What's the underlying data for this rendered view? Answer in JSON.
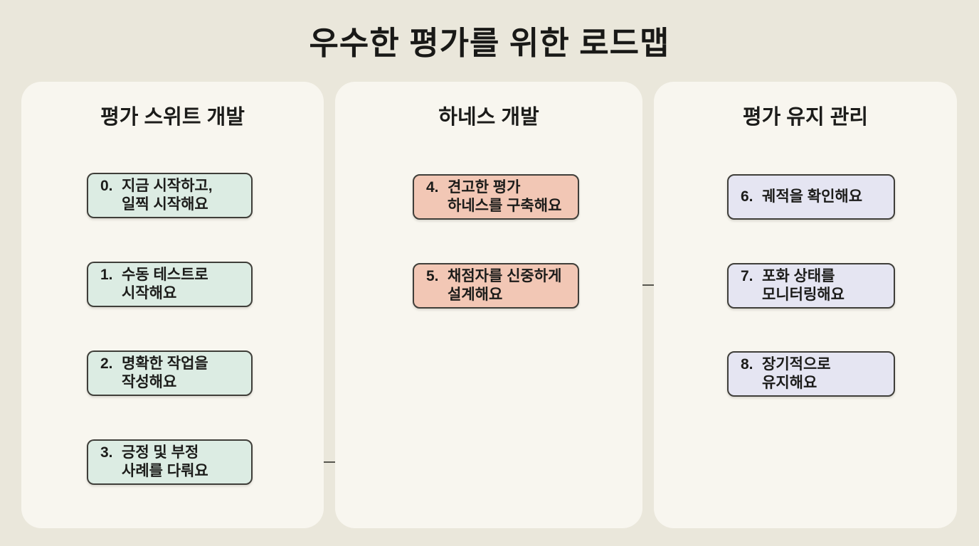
{
  "title": "우수한 평가를 위한 로드맵",
  "colors": {
    "page_background": "#eae7db",
    "panel_background": "#f8f6ef",
    "mint_box": "#dcece3",
    "salmon_box": "#f2c7b5",
    "lavender_box": "#e5e5f2",
    "box_border": "#3f3e39",
    "arrow": "#57564f",
    "text": "#1c1c1a"
  },
  "columns": [
    {
      "header": "평가 스위트 개발",
      "boxes": [
        {
          "num": "0.",
          "line1": "지금 시작하고,",
          "line2": "일찍 시작해요"
        },
        {
          "num": "1.",
          "line1": "수동 테스트로",
          "line2": "시작해요"
        },
        {
          "num": "2.",
          "line1": "명확한 작업을",
          "line2": "작성해요"
        },
        {
          "num": "3.",
          "line1": "긍정 및 부정",
          "line2": "사례를 다뤄요"
        }
      ]
    },
    {
      "header": "하네스 개발",
      "boxes": [
        {
          "num": "4.",
          "line1": "견고한 평가",
          "line2": "하네스를 구축해요"
        },
        {
          "num": "5.",
          "line1": "채점자를 신중하게",
          "line2": "설계해요"
        }
      ]
    },
    {
      "header": "평가 유지 관리",
      "boxes": [
        {
          "num": "6.",
          "line1": "궤적을 확인해요",
          "line2": ""
        },
        {
          "num": "7.",
          "line1": "포화 상태를",
          "line2": "모니터링해요"
        },
        {
          "num": "8.",
          "line1": "장기적으로",
          "line2": "유지해요"
        }
      ]
    }
  ]
}
